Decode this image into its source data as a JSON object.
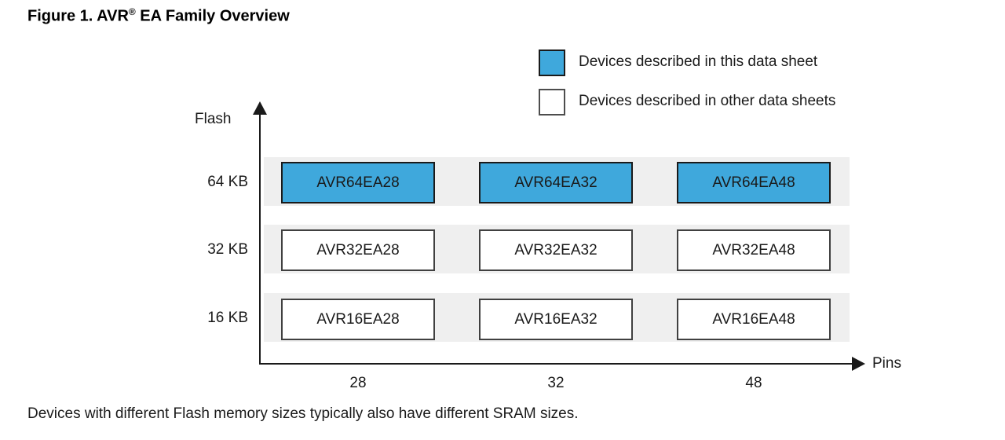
{
  "title": {
    "prefix": "Figure 1. AVR",
    "registered_mark": "®",
    "suffix": " EA Family Overview"
  },
  "legend": {
    "items": [
      {
        "label": "Devices described in this data sheet",
        "swatch_color": "#3FA8DC"
      },
      {
        "label": "Devices described in other data sheets",
        "swatch_color": "#FFFFFF"
      }
    ]
  },
  "chart": {
    "y_axis_label": "Flash",
    "x_axis_label": "Pins",
    "pins": [
      "28",
      "32",
      "48"
    ],
    "rows": [
      {
        "flash": "64 KB",
        "highlighted": true,
        "devices": [
          "AVR64EA28",
          "AVR64EA32",
          "AVR64EA48"
        ]
      },
      {
        "flash": "32 KB",
        "highlighted": false,
        "devices": [
          "AVR32EA28",
          "AVR32EA32",
          "AVR32EA48"
        ]
      },
      {
        "flash": "16 KB",
        "highlighted": false,
        "devices": [
          "AVR16EA28",
          "AVR16EA32",
          "AVR16EA48"
        ]
      }
    ]
  },
  "footnote": "Devices with different Flash memory sizes typically also have different SRAM sizes.",
  "colors": {
    "highlight_blue": "#3FA8DC",
    "row_band_gray": "#EFEFEF",
    "axis_black": "#1A1A1A",
    "background": "#FFFFFF"
  }
}
